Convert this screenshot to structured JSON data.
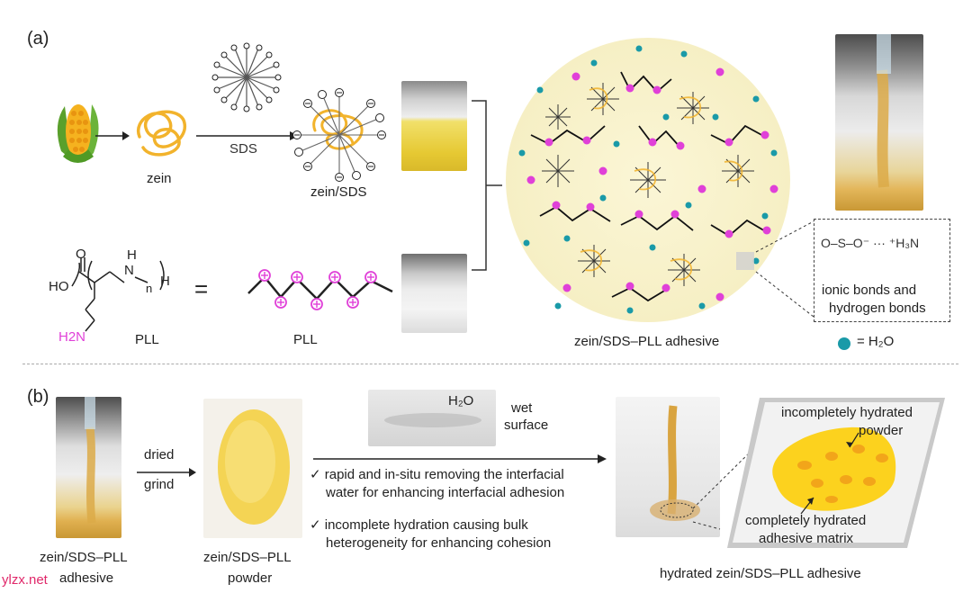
{
  "panel_a": {
    "label": "(a)",
    "zein_label": "zein",
    "sds_label": "SDS",
    "zein_sds_label": "zein/SDS",
    "pll_structure_label": "PLL",
    "pll_chain_label": "PLL",
    "equals": "=",
    "structure": {
      "ho": "HO",
      "o": "O",
      "h_top": "H",
      "n_sub": "n",
      "h_right": "H",
      "nh2": "H2N",
      "n_atom": "N"
    },
    "network_label": "zein/SDS–PLL adhesive",
    "bond_label_line1": "ionic bonds  and",
    "bond_label_line2": "hydrogen bonds",
    "bond_formula": "O–S–O⁻ ··· ⁺H₃N",
    "water_legend": "= H₂O"
  },
  "panel_b": {
    "label": "(b)",
    "vial_caption_1": "zein/SDS–PLL",
    "vial_caption_2": "adhesive",
    "dried": "dried",
    "grind": "grind",
    "powder_caption_1": "zein/SDS–PLL",
    "powder_caption_2": "powder",
    "h2o_label": "H₂O",
    "wet_surface_1": "wet",
    "wet_surface_2": "surface",
    "bullet1_line1": "✓ rapid and in-situ removing the interfacial",
    "bullet1_line2": "water for enhancing interfacial adhesion",
    "bullet2_line1": "✓ incomplete hydration causing bulk",
    "bullet2_line2": "heterogeneity for enhancing cohesion",
    "incomplete_1": "incompletely hydrated",
    "incomplete_2": "powder",
    "complete_1": "completely hydrated",
    "complete_2": "adhesive matrix",
    "hydrated_caption": "hydrated  zein/SDS–PLL adhesive"
  },
  "watermark": "ylzx.net",
  "colors": {
    "zein": "#f2b32c",
    "pll_charge": "#e040d8",
    "water": "#1a9aa8",
    "yellow": "#f7d23a"
  }
}
